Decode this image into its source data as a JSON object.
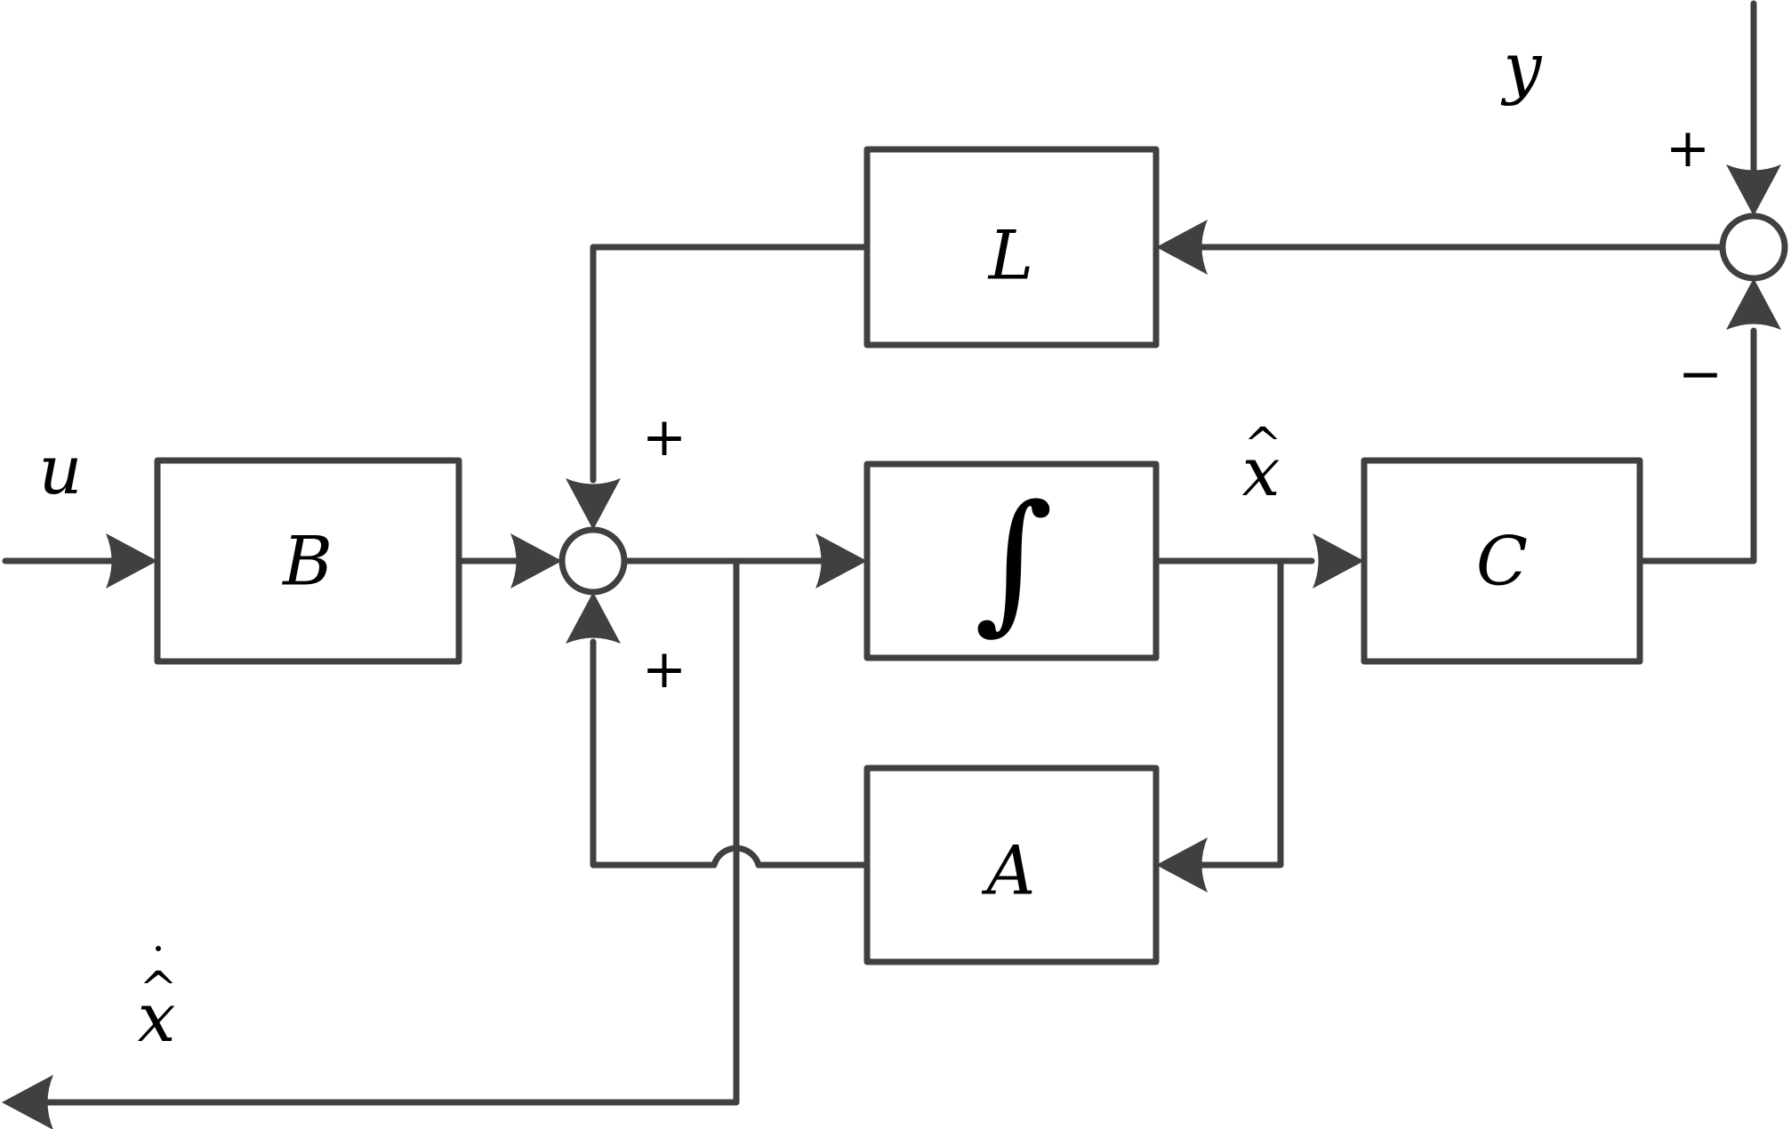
{
  "colors": {
    "line": "#404040",
    "text": "#000000",
    "background": "#ffffff"
  },
  "blocks": {
    "B": "B",
    "L": "L",
    "integrator": "∫",
    "A": "A",
    "C": "C"
  },
  "signals": {
    "input": "u",
    "measurement": "y",
    "state_estimate": "x",
    "state_derivative": "x"
  },
  "accents": {
    "hat": "^",
    "dot": "˙"
  },
  "signs": {
    "main_sum_top": "+",
    "main_sum_bottom": "+",
    "output_sum_top": "+",
    "output_sum_bottom": "−"
  }
}
